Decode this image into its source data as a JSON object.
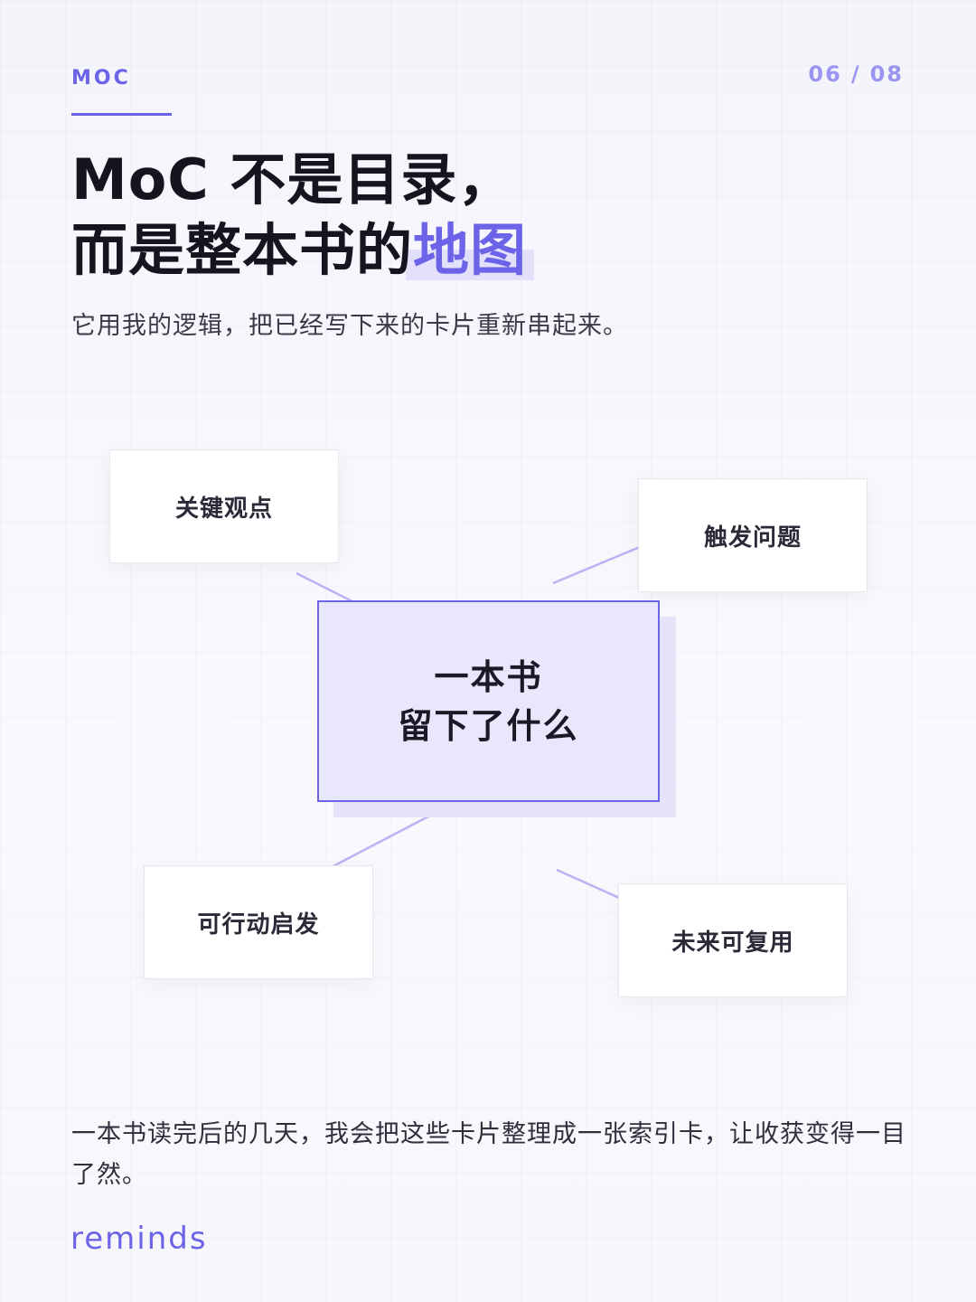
{
  "header": {
    "section_tag": "MOC",
    "page_current": "06",
    "page_separator": "/",
    "page_total": "08"
  },
  "title": {
    "line1": "MoC 不是目录，",
    "line2_prefix": "而是整本书的",
    "line2_highlight": "地图"
  },
  "subtitle": "它用我的逻辑，把已经写下来的卡片重新串起来。",
  "diagram": {
    "center": {
      "line1": "一本书",
      "line2": "留下了什么"
    },
    "nodes": {
      "key_points": "关键观点",
      "trigger_questions": "触发问题",
      "actionable": "可行动启发",
      "reusable": "未来可复用"
    }
  },
  "footer_text": "一本书读完后的几天，我会把这些卡片整理成一张索引卡，让收获变得一目了然。",
  "brand": "reminds",
  "colors": {
    "accent": "#6b63e8",
    "accent_light": "#e9e7fc",
    "connector": "#b9b4f3",
    "text_primary": "#15151f"
  }
}
